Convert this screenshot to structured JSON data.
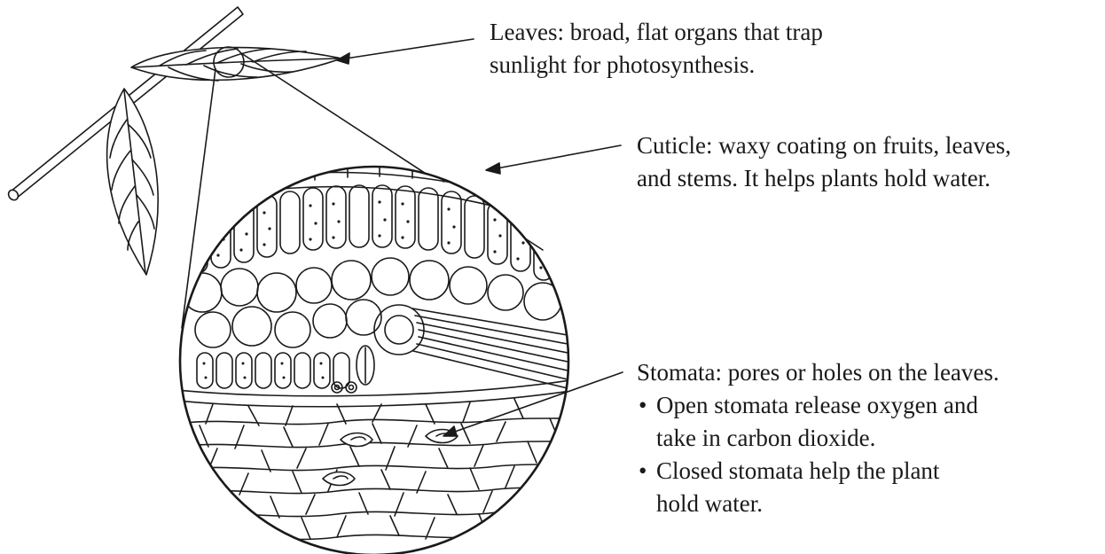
{
  "labels": {
    "leaves": {
      "line1": "Leaves: broad, flat organs that trap",
      "line2": "sunlight for photosynthesis."
    },
    "cuticle": {
      "line1": "Cuticle: waxy coating on fruits, leaves,",
      "line2": "and stems. It helps plants hold water."
    },
    "stomata": {
      "heading": "Stomata: pores or holes on the leaves.",
      "bullet": "•",
      "items": [
        {
          "line1": "Open stomata release oxygen and",
          "line2": "take in carbon dioxide."
        },
        {
          "line1": "Closed stomata help the plant",
          "line2": "hold water."
        }
      ]
    }
  },
  "colors": {
    "ink": "#1a1a1a",
    "paper": "#ffffff"
  }
}
